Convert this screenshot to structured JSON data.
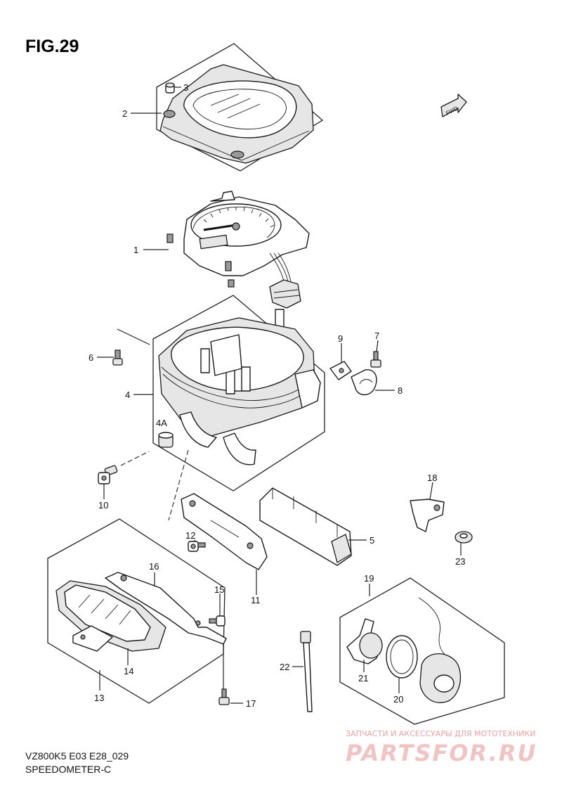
{
  "figure": {
    "title": "FIG.29"
  },
  "direction_marker": {
    "text": "FWD"
  },
  "callouts": [
    {
      "id": "1",
      "text": "1"
    },
    {
      "id": "2",
      "text": "2"
    },
    {
      "id": "3",
      "text": "3"
    },
    {
      "id": "4",
      "text": "4"
    },
    {
      "id": "4A",
      "text": "4A"
    },
    {
      "id": "5",
      "text": "5"
    },
    {
      "id": "6",
      "text": "6"
    },
    {
      "id": "7",
      "text": "7"
    },
    {
      "id": "8",
      "text": "8"
    },
    {
      "id": "9",
      "text": "9"
    },
    {
      "id": "10",
      "text": "10"
    },
    {
      "id": "11",
      "text": "11"
    },
    {
      "id": "12",
      "text": "12"
    },
    {
      "id": "13",
      "text": "13"
    },
    {
      "id": "14",
      "text": "14"
    },
    {
      "id": "15",
      "text": "15"
    },
    {
      "id": "16",
      "text": "16"
    },
    {
      "id": "17",
      "text": "17"
    },
    {
      "id": "18",
      "text": "18"
    },
    {
      "id": "19",
      "text": "19"
    },
    {
      "id": "20",
      "text": "20"
    },
    {
      "id": "21",
      "text": "21"
    },
    {
      "id": "22",
      "text": "22"
    },
    {
      "id": "23",
      "text": "23"
    }
  ],
  "footer": {
    "code": "VZ800K5 E03 E28_029",
    "name": "SPEEDOMETER-C"
  },
  "watermark": {
    "tagline": "ЗАПЧАСТИ И АКСЕССУАРЫ ДЛЯ МОТОТЕХНИКИ",
    "brand": "PARTSFOR.RU"
  }
}
